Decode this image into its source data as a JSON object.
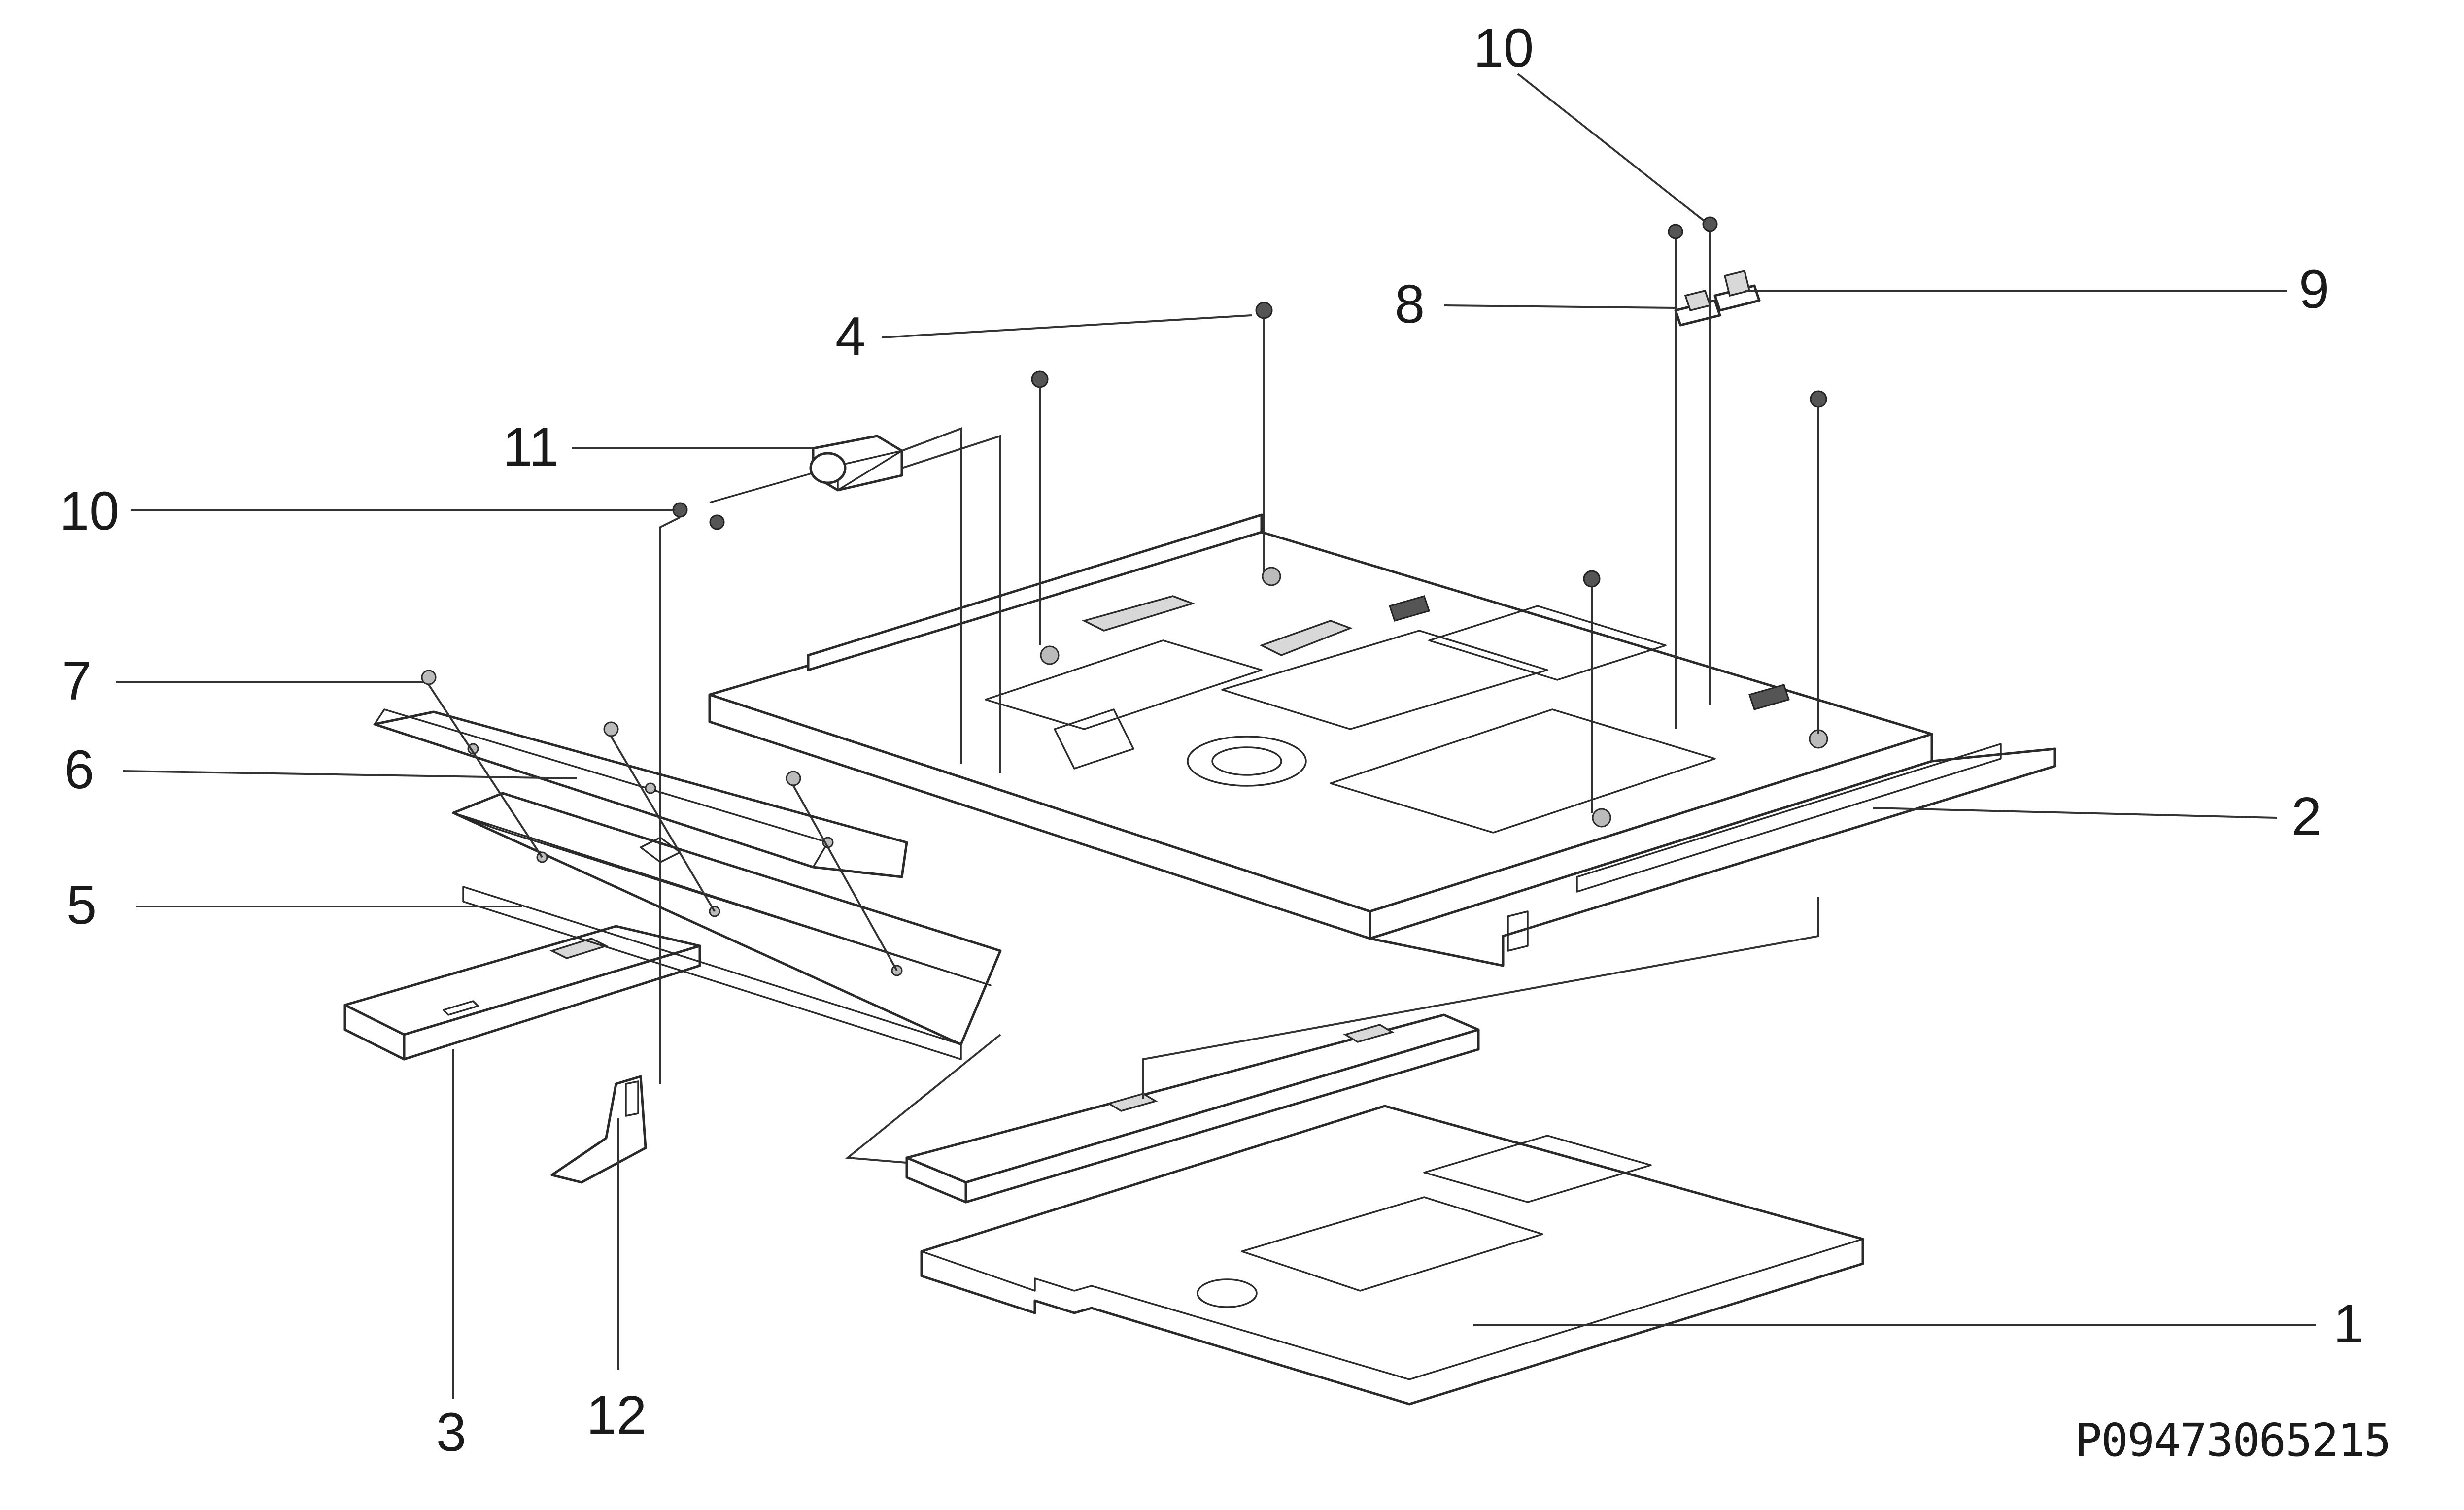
{
  "document_id": "P09473065215",
  "callouts": {
    "c1": "1",
    "c2": "2",
    "c3": "3",
    "c4": "4",
    "c5": "5",
    "c6": "6",
    "c7": "7",
    "c8": "8",
    "c9": "9",
    "c10_top": "10",
    "c10_left": "10",
    "c11": "11",
    "c12": "12"
  }
}
